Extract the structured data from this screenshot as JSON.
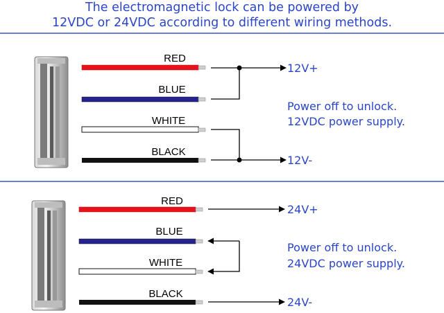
{
  "header": {
    "line1": "The electromagnetic lock can be powered by",
    "line2": "12VDC or 24VDC according to different wiring methods."
  },
  "colors": {
    "accent_blue": "#2a45c6",
    "divider_blue": "#3a55c8",
    "wire_red": "#e8121b",
    "wire_blue": "#24238f",
    "wire_white": "#ffffff",
    "wire_black": "#111111"
  },
  "section_12v": {
    "wires": [
      "RED",
      "BLUE",
      "WHITE",
      "BLACK"
    ],
    "terminal_pos": "12V+",
    "terminal_neg": "12V-",
    "note_line1": "Power off to unlock.",
    "note_line2": "12VDC power supply."
  },
  "section_24v": {
    "wires": [
      "RED",
      "BLUE",
      "WHITE",
      "BLACK"
    ],
    "terminal_pos": "24V+",
    "terminal_neg": "24V-",
    "note_line1": "Power off to unlock.",
    "note_line2": "24VDC power supply."
  }
}
